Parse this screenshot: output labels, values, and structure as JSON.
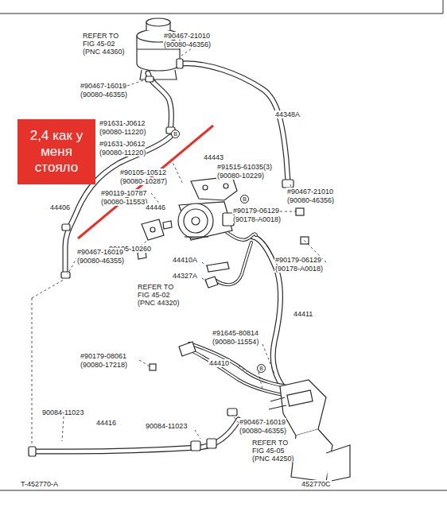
{
  "diagram": {
    "nodes": [
      {
        "text": [
          "2,4 как у меня стояло"
        ]
      }
    ],
    "labels": [
      "REFER TO FIG 45-02 (PNC 44360)",
      "#90467-21010",
      "(90080-46356)",
      "#90467-16019",
      "(90080-46355)",
      "44348A",
      "#91631-J0612",
      "(90080-11220)",
      "#91631-J0612",
      "(90080-11220)",
      "44406",
      "#90105-10512",
      "(90080-10287)",
      "44443",
      "#91515-61035(3)",
      "(90080-10229)",
      "#90119-10787",
      "(90080-11553)",
      "44446",
      "90105-10260",
      "#90467-21010",
      "(90080-46356)",
      "#90179-06129",
      "(90178-A0018)",
      "44410A",
      "44327A",
      "REFER TO FIG 45-02 (PNC 44320)",
      "#90179-06129",
      "(90178-A0018)",
      "44411",
      "#90467-16019",
      "(90080-46355)",
      "#91645-80814",
      "(90080-11554)",
      "#90179-08061",
      "(90080-17218)",
      "44410",
      "90084-11023",
      "44416",
      "90084-11023",
      "#90467-16019",
      "(90080-46355)",
      "REFER TO FIG 45-05 (PNC 44250)",
      "T-452770-A",
      "452770C",
      "B",
      "B",
      "B"
    ]
  }
}
